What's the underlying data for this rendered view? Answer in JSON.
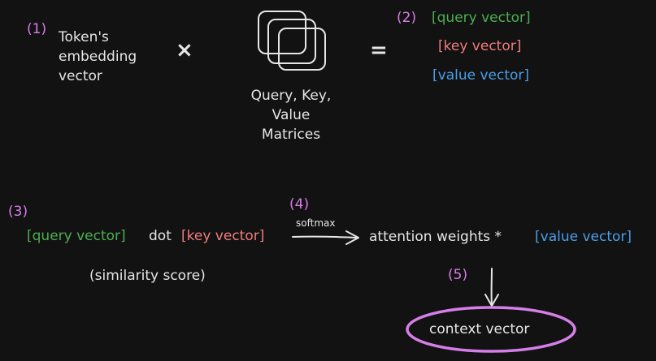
{
  "colors": {
    "background": "#121212",
    "text": "#e6e6e6",
    "step_marker": "#d67ee8",
    "query": "#4caf50",
    "key": "#f07c7c",
    "value": "#4a9ee8",
    "highlight_ellipse": "#d67ee8"
  },
  "icons": {
    "matrices": "stacked-squares-icon",
    "arrow_right": "arrow-right-icon",
    "arrow_down": "arrow-down-icon"
  },
  "step1": {
    "marker": "(1)",
    "line1": "Token's",
    "line2": "embedding",
    "line3": "vector"
  },
  "multiply_symbol": "×",
  "matrices_label": {
    "line1": "Query, Key,",
    "line2": "Value",
    "line3": "Matrices"
  },
  "equals_symbol": "=",
  "step2": {
    "marker": "(2)",
    "query": "[query vector]",
    "key": "[key vector]",
    "value": "[value vector]"
  },
  "step3": {
    "marker": "(3)",
    "query": "[query vector]",
    "operator": "dot",
    "key": "[key vector]",
    "note": "(similarity score)"
  },
  "step4": {
    "marker": "(4)",
    "arrow_label": "softmax",
    "weights": "attention weights *",
    "value": "[value vector]"
  },
  "step5": {
    "marker": "(5)",
    "result": "context vector"
  }
}
